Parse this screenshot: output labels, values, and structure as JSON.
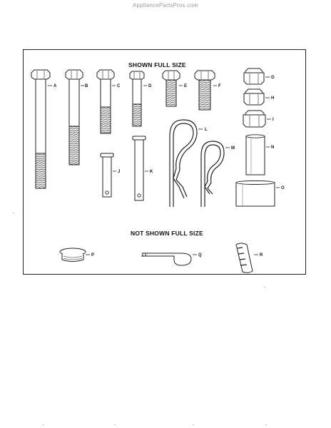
{
  "watermark": "AppliancePartsPros.com",
  "headings": {
    "shown_full_size": "SHOWN FULL SIZE",
    "not_shown_full_size": "NOT SHOWN FULL SIZE"
  },
  "part_labels": [
    "A",
    "B",
    "C",
    "D",
    "E",
    "F",
    "G",
    "H",
    "I",
    "J",
    "K",
    "L",
    "M",
    "N",
    "O",
    "P",
    "Q",
    "R"
  ]
}
